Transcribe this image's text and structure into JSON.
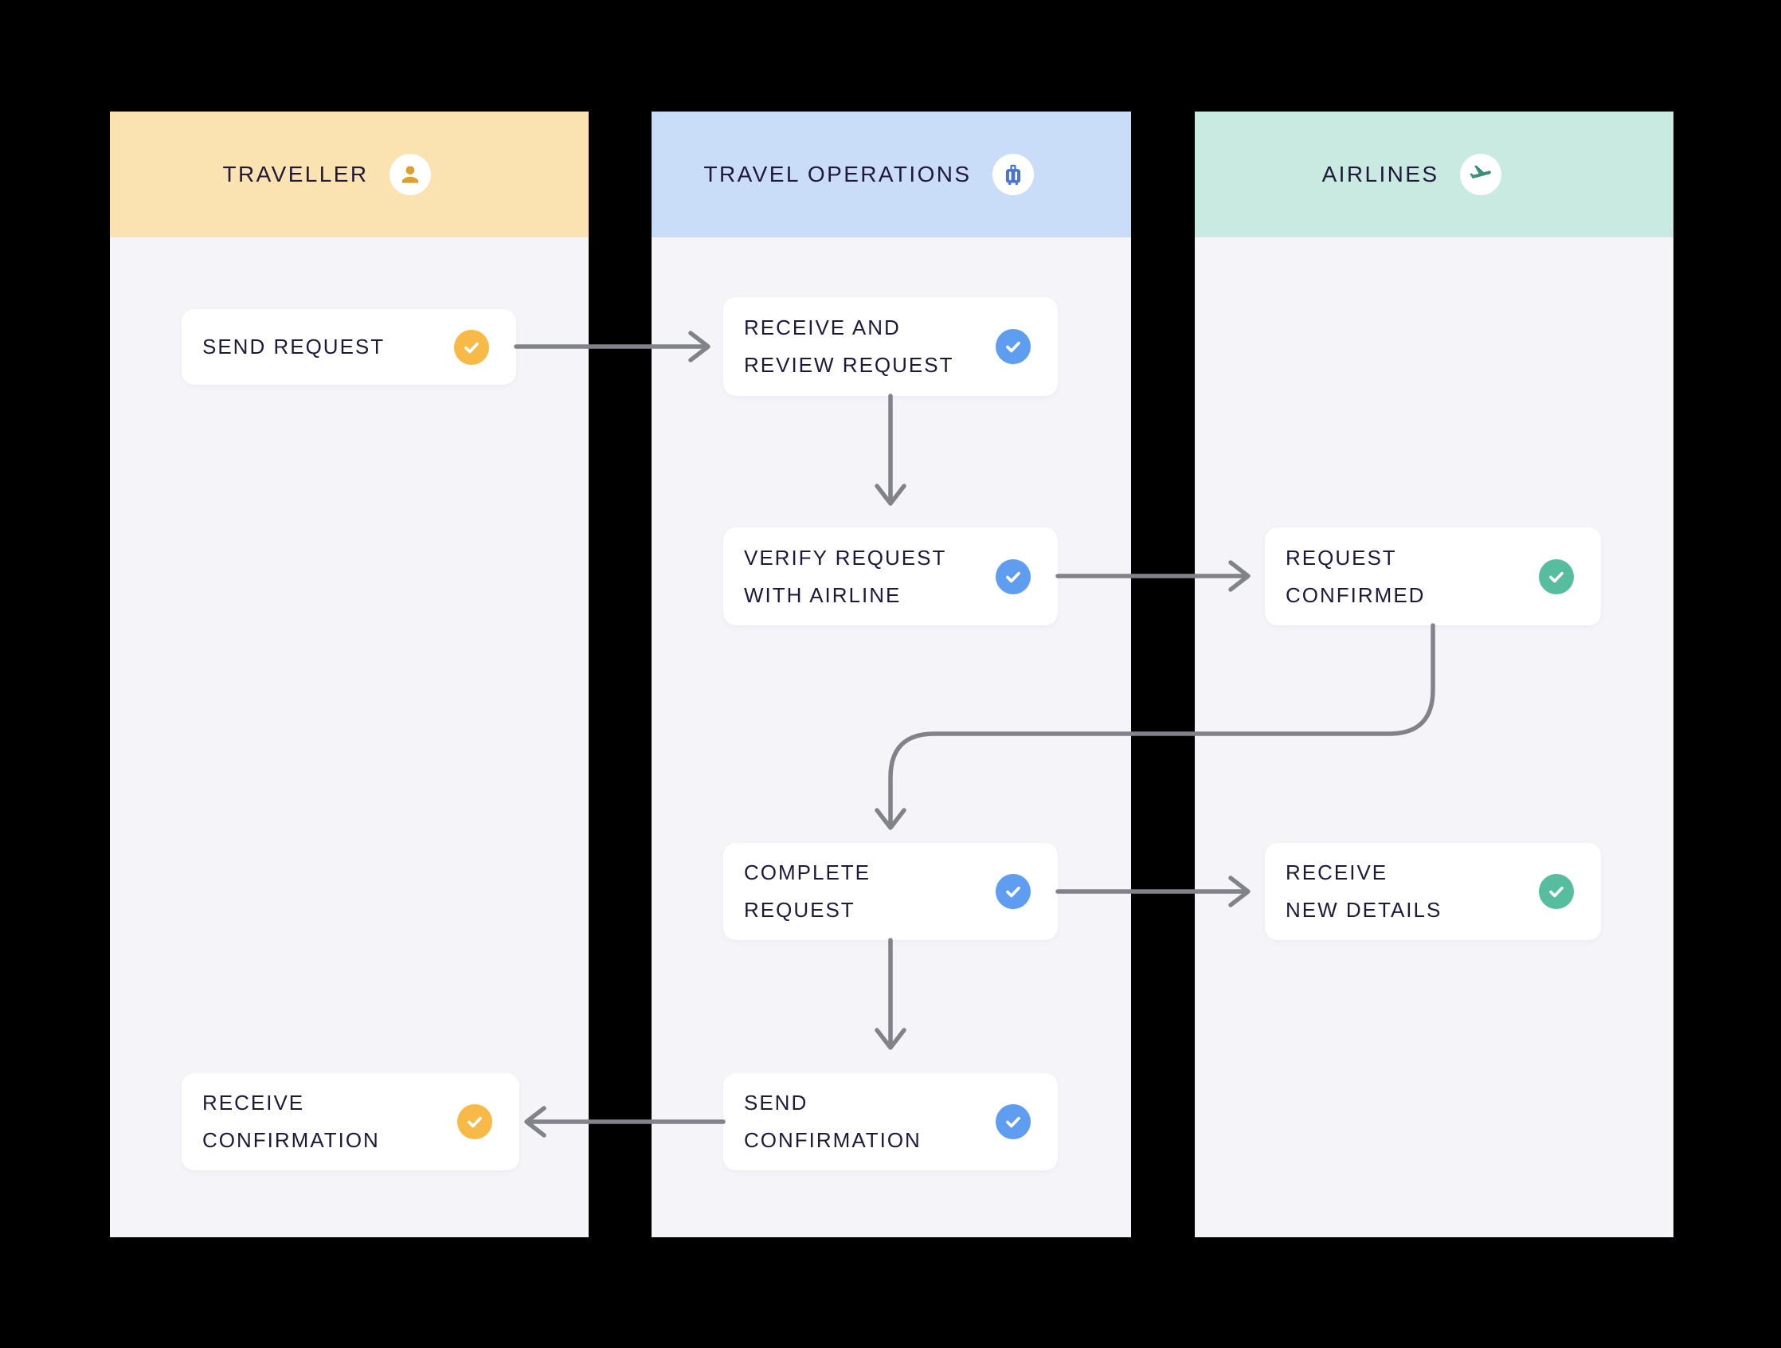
{
  "colors": {
    "canvas_bg": "#000000",
    "lane_bg": "#F4F4F9",
    "card_bg": "#FFFFFF",
    "ink": "#20183A",
    "arrow": "#82828A",
    "traveller_header_bg": "#FAE2B1",
    "traveller_accent": "#F7BA47",
    "traveller_icon": "#DCA02B",
    "operations_header_bg": "#C9DDF8",
    "operations_accent": "#5E9DEF",
    "operations_icon": "#4A74D1",
    "airlines_header_bg": "#C9EAE1",
    "airlines_accent": "#57BD9F",
    "airlines_icon": "#3E8C7B"
  },
  "lanes": {
    "traveller": {
      "title": "TRAVELLER",
      "icon": "person-icon"
    },
    "operations": {
      "title": "TRAVEL OPERATIONS",
      "icon": "luggage-icon"
    },
    "airlines": {
      "title": "AIRLINES",
      "icon": "plane-takeoff-icon"
    }
  },
  "steps": {
    "send_request": {
      "lane": "traveller",
      "line1": "SEND REQUEST",
      "line2": "",
      "status": "checked"
    },
    "receive_review": {
      "lane": "operations",
      "line1": "RECEIVE AND",
      "line2": "REVIEW REQUEST",
      "status": "checked"
    },
    "verify": {
      "lane": "operations",
      "line1": "VERIFY REQUEST",
      "line2": "WITH AIRLINE",
      "status": "checked"
    },
    "request_confirmed": {
      "lane": "airlines",
      "line1": "REQUEST",
      "line2": "CONFIRMED",
      "status": "checked"
    },
    "complete": {
      "lane": "operations",
      "line1": "COMPLETE",
      "line2": "REQUEST",
      "status": "checked"
    },
    "new_details": {
      "lane": "airlines",
      "line1": "RECEIVE",
      "line2": "NEW DETAILS",
      "status": "checked"
    },
    "send_confirmation": {
      "lane": "operations",
      "line1": "SEND",
      "line2": "CONFIRMATION",
      "status": "checked"
    },
    "receive_confirmation": {
      "lane": "traveller",
      "line1": "RECEIVE",
      "line2": "CONFIRMATION",
      "status": "checked"
    }
  },
  "connections": [
    {
      "from": "send_request",
      "to": "receive_review"
    },
    {
      "from": "receive_review",
      "to": "verify"
    },
    {
      "from": "verify",
      "to": "request_confirmed"
    },
    {
      "from": "request_confirmed",
      "to": "complete"
    },
    {
      "from": "complete",
      "to": "new_details"
    },
    {
      "from": "complete",
      "to": "send_confirmation"
    },
    {
      "from": "send_confirmation",
      "to": "receive_confirmation"
    }
  ]
}
